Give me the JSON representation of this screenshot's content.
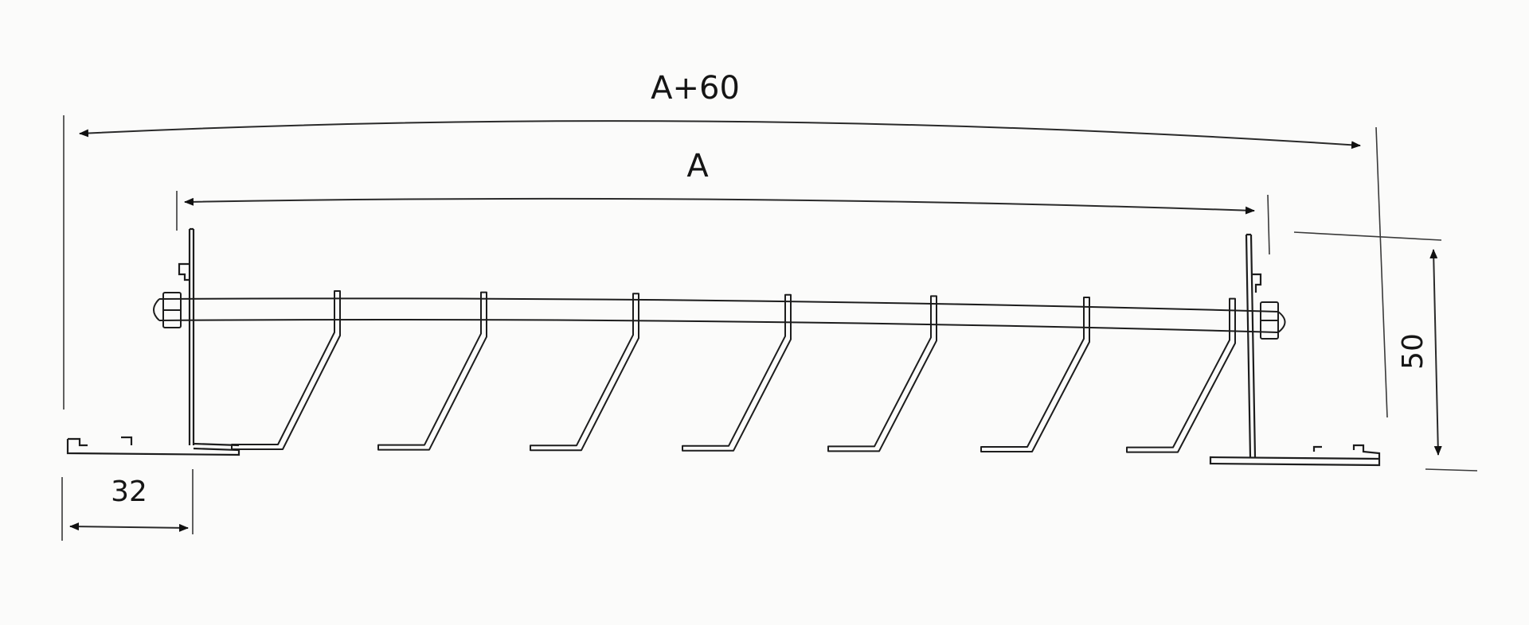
{
  "dimensions": {
    "overall_width_label": "A+60",
    "inner_width_label": "A",
    "height_label": "50",
    "flange_label": "32"
  },
  "drawing": {
    "blade_count": 7,
    "line_color": "#1d1d1d",
    "background_color": "#fbfbfa"
  }
}
